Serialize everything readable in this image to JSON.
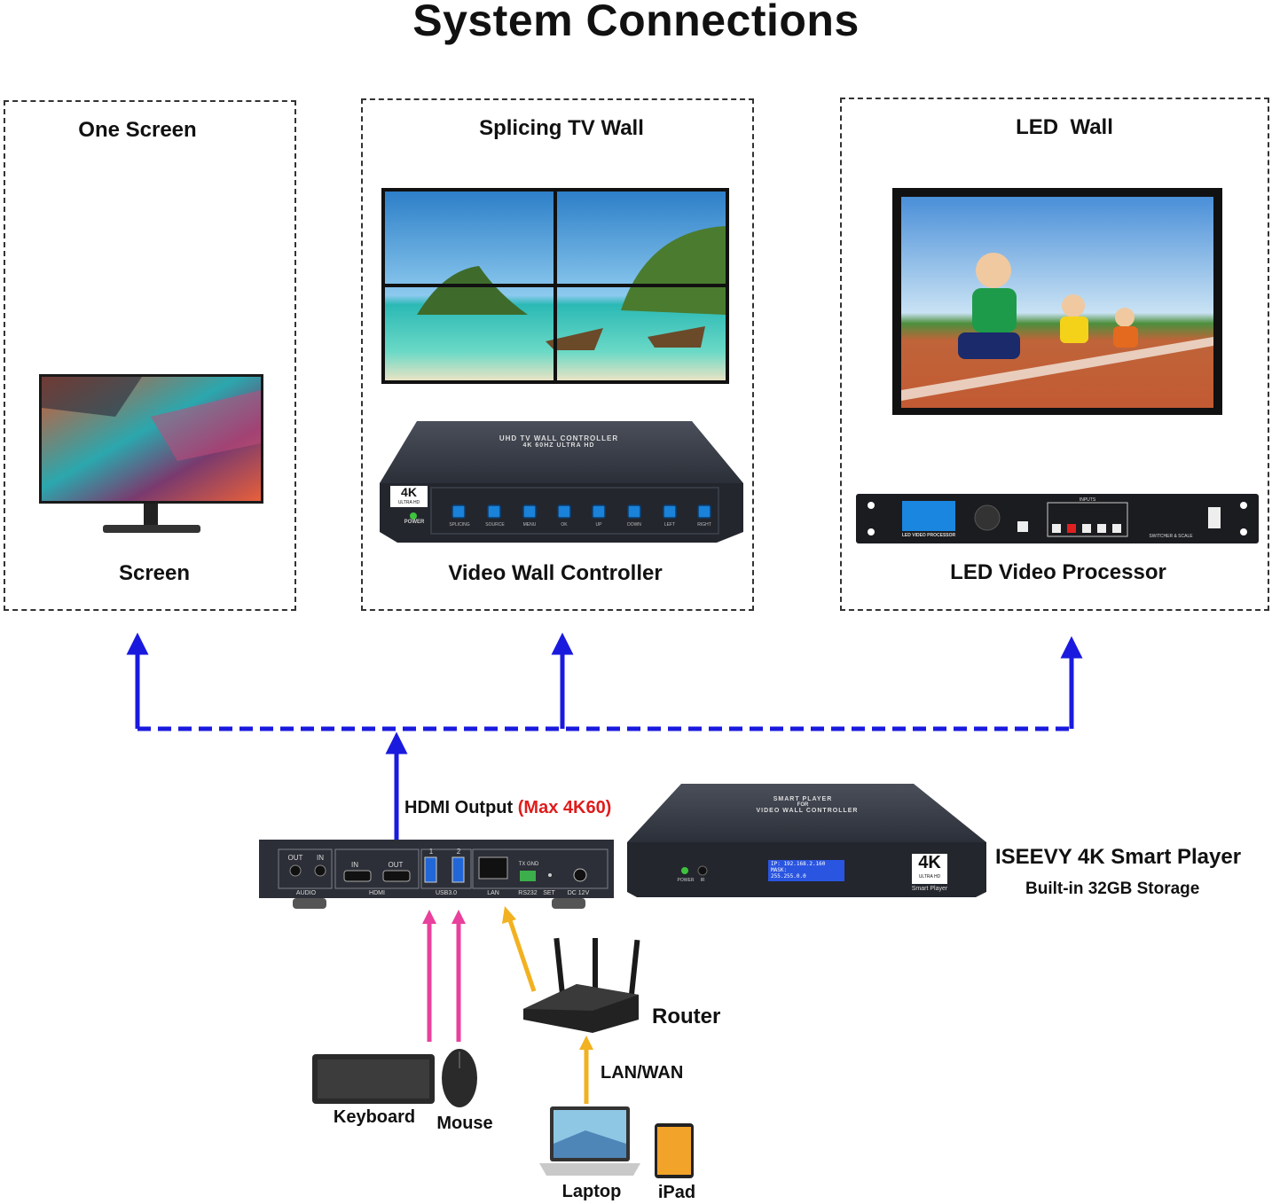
{
  "title": "System Connections",
  "panels": {
    "one_screen": {
      "heading": "One Screen",
      "device": "Screen"
    },
    "splicing": {
      "heading": "Splicing TV Wall",
      "device": "Video Wall Controller",
      "controller_top": "UHD TV WALL CONTROLLER",
      "controller_sub": "4K 60HZ ULTRA HD",
      "badge": "4K",
      "badge_sub": "ULTRA HD",
      "power": "POWER",
      "buttons": [
        "SPLICING",
        "SOURCE",
        "MENU",
        "OK",
        "UP",
        "DOWN",
        "LEFT",
        "RIGHT"
      ]
    },
    "led": {
      "heading": "LED  Wall",
      "device": "LED Video Processor",
      "proc_label": "LED VIDEO PROCESSOR",
      "inputs": "INPUTS",
      "switcher": "SWITCHER & SCALE"
    }
  },
  "connections": {
    "hdmi_output": "HDMI Output",
    "hdmi_output_note": "(Max 4K60)",
    "arrow_color": "#1a1adf",
    "usb_arrow_color": "#e8409c",
    "lan_arrow_color": "#f2b120",
    "note_color": "#e01b1b"
  },
  "player_rear": {
    "audio": "AUDIO",
    "out": "OUT",
    "in": "IN",
    "hdmi": "HDMI",
    "hdmi_in": "IN",
    "hdmi_out": "OUT",
    "usb": "USB3.0",
    "usb1": "1",
    "usb2": "2",
    "lan": "LAN",
    "rs232": "RS232",
    "txgnd": "TX GND",
    "set": "SET",
    "dc": "DC 12V"
  },
  "player_front": {
    "top_line1": "SMART PLAYER",
    "top_line2": "FOR",
    "top_line3": "VIDEO WALL CONTROLLER",
    "lcd_line1": "IP: 192.168.2.160",
    "lcd_line2": "MASK:",
    "lcd_line3": "255.255.0.0",
    "power": "POWER",
    "ir": "IR",
    "badge": "4K",
    "badge_sub": "ULTRA HD",
    "badge_caption": "Smart Player"
  },
  "product": {
    "name": "ISEEVY 4K Smart Player",
    "storage": "Built-in 32GB Storage"
  },
  "peripherals": {
    "router": "Router",
    "lanwan": "LAN/WAN",
    "keyboard": "Keyboard",
    "mouse": "Mouse",
    "laptop": "Laptop",
    "ipad": "iPad"
  }
}
